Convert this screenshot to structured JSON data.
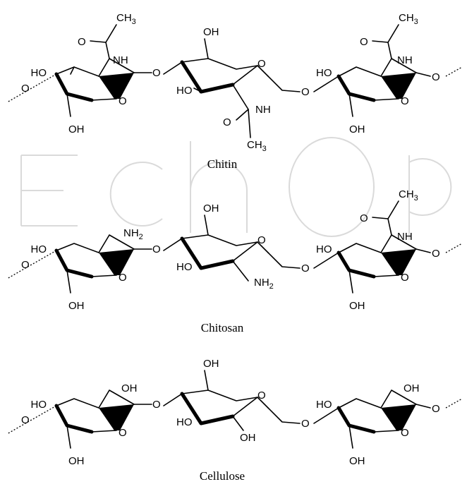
{
  "colors": {
    "ink": "#000000",
    "watermark": "#dadada",
    "background": "#ffffff"
  },
  "atoms": {
    "oh": "OH",
    "ho": "HO",
    "o": "O",
    "nh": "NH",
    "nh2": "NH",
    "nh2_sub": "2",
    "ch3": "CH",
    "ch3_sub": "3"
  },
  "structures": [
    {
      "key": "chitin",
      "caption": "Chitin",
      "substituents": [
        "NHAc",
        "NHAc",
        "NHAc"
      ]
    },
    {
      "key": "chitosan",
      "caption": "Chitosan",
      "substituents": [
        "NH2",
        "NH2",
        "NHAc"
      ]
    },
    {
      "key": "cellulose",
      "caption": "Cellulose",
      "substituents": [
        "OH",
        "OH",
        "OH"
      ]
    }
  ]
}
